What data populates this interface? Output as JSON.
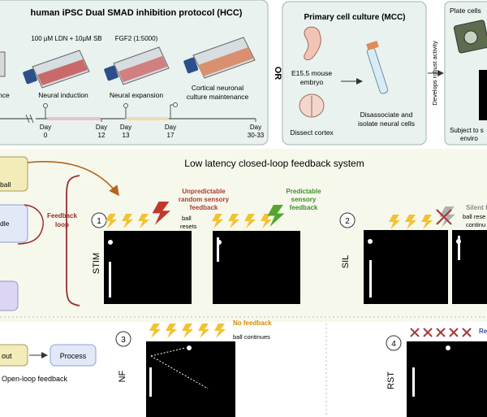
{
  "top": {
    "hcc_title": "human iPSC Dual SMAD inhibition protocol (HCC)",
    "ldn_label": "100 µM LDN + 10µM SB",
    "fgf_label": "FGF2 (1:5000)",
    "stage_left_partial": "nce",
    "stage_induction": "Neural induction",
    "stage_expansion": "Neural expansion",
    "stage_maintenance_1": "Cortical neuronal",
    "stage_maintenance_2": "culture maintenance",
    "timeline": [
      {
        "label": "Day",
        "value": "0"
      },
      {
        "label": "Day",
        "value": "12"
      },
      {
        "label": "Day",
        "value": "13"
      },
      {
        "label": "Day",
        "value": "17"
      },
      {
        "label": "Day",
        "value": "30-33"
      }
    ],
    "or_label": "OR",
    "mcc_title": "Primary cell culture (MCC)",
    "embryo_1": "E15.5 mouse",
    "embryo_2": "embryo",
    "dissect": "Dissect cortex",
    "disassociate_1": "Disassociate and",
    "disassociate_2": "isolate neural cells",
    "develops": "Develops robust activity",
    "plate_partial": "Plate cells",
    "subject_1": "Subject to s",
    "subject_2": "enviro"
  },
  "middle": {
    "title": "Low latency closed-loop feedback system",
    "left_box_1": "ball",
    "left_box_2": "dle",
    "feedback_loop_1": "Feedback",
    "feedback_loop_2": "loop",
    "panel1_number": "1",
    "stim_label": "STIM",
    "unpredictable_1": "Unpredictable",
    "unpredictable_2": "random sensory",
    "unpredictable_3": "feedback",
    "ball_resets": "ball",
    "ball_resets_2": "resets",
    "predictable_1": "Predictable",
    "predictable_2": "sensory",
    "predictable_3": "feedback",
    "panel2_number": "2",
    "sil_label": "SIL",
    "silent_1": "Silent f",
    "silent_2": "ball rese",
    "silent_3": "continu"
  },
  "bottom": {
    "out_label": "out",
    "process_label": "Process",
    "open_loop": "Open-loop feedback",
    "panel3_number": "3",
    "nf_label": "NF",
    "no_feedback": "No feedback",
    "ball_continues": "ball continues",
    "panel4_number": "4",
    "rst_label": "RST",
    "re_partial": "Re"
  },
  "colors": {
    "top_panel": "#e9f2ee",
    "middle_panel": "#f6f8ec",
    "bolt_yellow": "#f1c232",
    "bolt_red": "#c0392b",
    "bolt_green": "#55a630",
    "feedback_red": "#9b2c2c",
    "green_text": "#3f8f2a",
    "orange_text": "#d98a00",
    "screen": "#000000",
    "arrow_brown": "#b5651d"
  }
}
